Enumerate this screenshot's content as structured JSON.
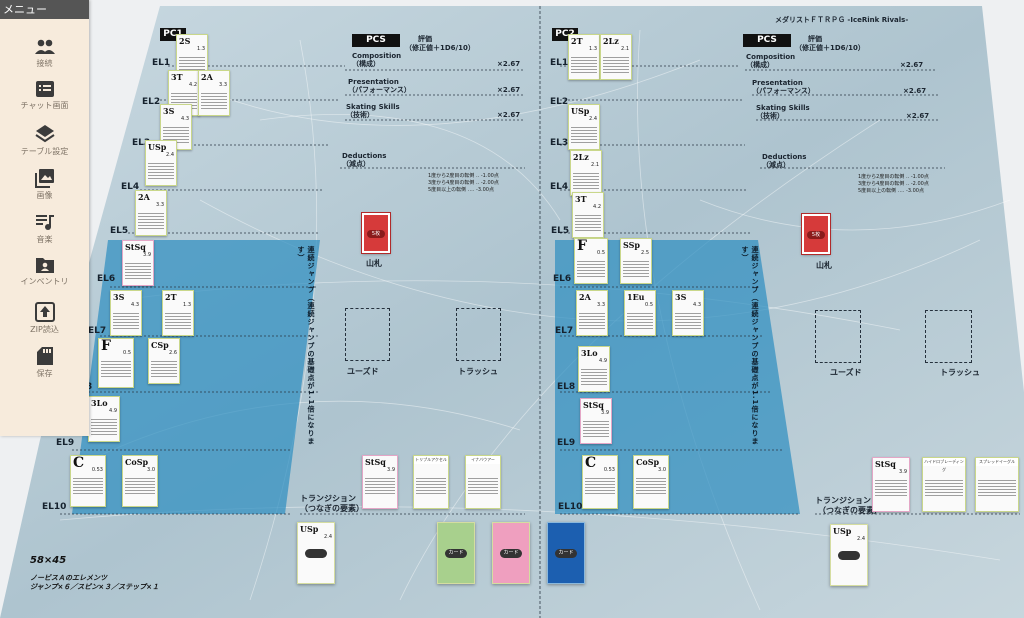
{
  "board": {
    "title": "メダリストＦＴＲＰＧ -IceRink Rivals-",
    "player_left": "PC1",
    "player_right": "PC2",
    "pcs_label": "PCS",
    "eval_title": "評価",
    "eval_sub": "（修正値＋1D6/10）",
    "composition": "Composition",
    "composition_jp": "（構成）",
    "presentation": "Presentation",
    "presentation_jp": "（パフォーマンス）",
    "skating": "Skating Skills",
    "skating_jp": "（技術）",
    "multiplier": "×2.67",
    "deductions": "Deductions",
    "deductions_jp": "（減点）",
    "deduction_rule1": "1度から2度目の転倒 ‥ -1.00点",
    "deduction_rule2": "3度から4度目の転倒 ‥ -2.00点",
    "deduction_rule3": "5度目以上の転倒 ‥‥ -3.00点",
    "deck_label": "山札",
    "used_label": "ユーズド",
    "trash_label": "トラッシュ",
    "transition_label": "トランジション",
    "transition_sub": "（つなぎの要素）",
    "combo_vertical": "連続ジャンプ（連続ジャンプの基礎点が1.1倍になります）",
    "size_note": "58×45",
    "element_note1": "ノービスＡのエレメンツ",
    "element_note2": "ジャンプ×６／スピン×３／ステップ×１",
    "deck_chip": "5枚",
    "el_labels": [
      "EL1",
      "EL2",
      "EL3",
      "EL4",
      "EL5",
      "EL6",
      "EL7",
      "EL8",
      "EL9",
      "EL10"
    ]
  },
  "left_cards": [
    {
      "code": "2S",
      "val": "1.3",
      "kind": "green"
    },
    {
      "code": "3T",
      "val": "4.2",
      "kind": "green"
    },
    {
      "code": "2A",
      "val": "3.3",
      "kind": "green"
    },
    {
      "code": "3S",
      "val": "4.3",
      "kind": "green"
    },
    {
      "code": "USp",
      "val": "2.4",
      "kind": "green"
    },
    {
      "code": "2A",
      "val": "3.3",
      "kind": "green"
    },
    {
      "code": "StSq",
      "val": "3.9",
      "kind": "pink"
    },
    {
      "code": "3S",
      "val": "4.3",
      "kind": "green"
    },
    {
      "code": "2T",
      "val": "1.3",
      "kind": "green"
    },
    {
      "code": "F",
      "val": "0.5",
      "kind": "green"
    },
    {
      "code": "CSp",
      "val": "2.6",
      "kind": "green"
    },
    {
      "code": "3Lo",
      "val": "4.9",
      "kind": "green"
    },
    {
      "code": "C",
      "val": "0.53",
      "kind": "green"
    },
    {
      "code": "CoSp",
      "val": "3.0",
      "kind": "green"
    },
    {
      "code": "StSq",
      "val": "3.9",
      "kind": "pink"
    }
  ],
  "right_cards": [
    {
      "code": "2T",
      "val": "1.3",
      "kind": "green"
    },
    {
      "code": "2Lz",
      "val": "2.1",
      "kind": "green"
    },
    {
      "code": "USp",
      "val": "2.4",
      "kind": "green"
    },
    {
      "code": "2Lz",
      "val": "2.1",
      "kind": "green"
    },
    {
      "code": "3T",
      "val": "4.2",
      "kind": "green"
    },
    {
      "code": "F",
      "val": "0.5",
      "kind": "green"
    },
    {
      "code": "SSp",
      "val": "2.5",
      "kind": "green"
    },
    {
      "code": "2A",
      "val": "3.3",
      "kind": "green"
    },
    {
      "code": "1Eu",
      "val": "0.5",
      "kind": "green"
    },
    {
      "code": "3S",
      "val": "4.3",
      "kind": "green"
    },
    {
      "code": "3Lo",
      "val": "4.9",
      "kind": "green"
    },
    {
      "code": "StSq",
      "val": "3.9",
      "kind": "pink"
    },
    {
      "code": "C",
      "val": "0.53",
      "kind": "green"
    },
    {
      "code": "CoSp",
      "val": "3.0",
      "kind": "green"
    },
    {
      "code": "StSq",
      "val": "3.9",
      "kind": "pink"
    }
  ],
  "trans_cards": {
    "a": "トリプルアクセル",
    "b": "イナバウアー",
    "c": "ハイドロブレーディング",
    "d": "スプレッドイーグル"
  },
  "face_cards": {
    "green": "カード",
    "pink": "カード",
    "blue": "カード",
    "usp": "USp",
    "usp_val": "2.4"
  },
  "menu": {
    "header": "メニュー",
    "items": [
      {
        "label": "接続",
        "icon": "people-icon"
      },
      {
        "label": "チャット画面",
        "icon": "chat-list-icon"
      },
      {
        "label": "テーブル設定",
        "icon": "layers-icon"
      },
      {
        "label": "画像",
        "icon": "images-icon"
      },
      {
        "label": "音楽",
        "icon": "music-icon"
      },
      {
        "label": "インベントリ",
        "icon": "folder-user-icon"
      },
      {
        "label": "ZIP読込",
        "icon": "upload-icon"
      },
      {
        "label": "保存",
        "icon": "sd-card-icon"
      }
    ]
  },
  "colors": {
    "ice": "#b8ccd6",
    "blue_zone": "#2f8fc0",
    "menu_bg": "#f7ebdc",
    "menu_header": "#555555"
  }
}
